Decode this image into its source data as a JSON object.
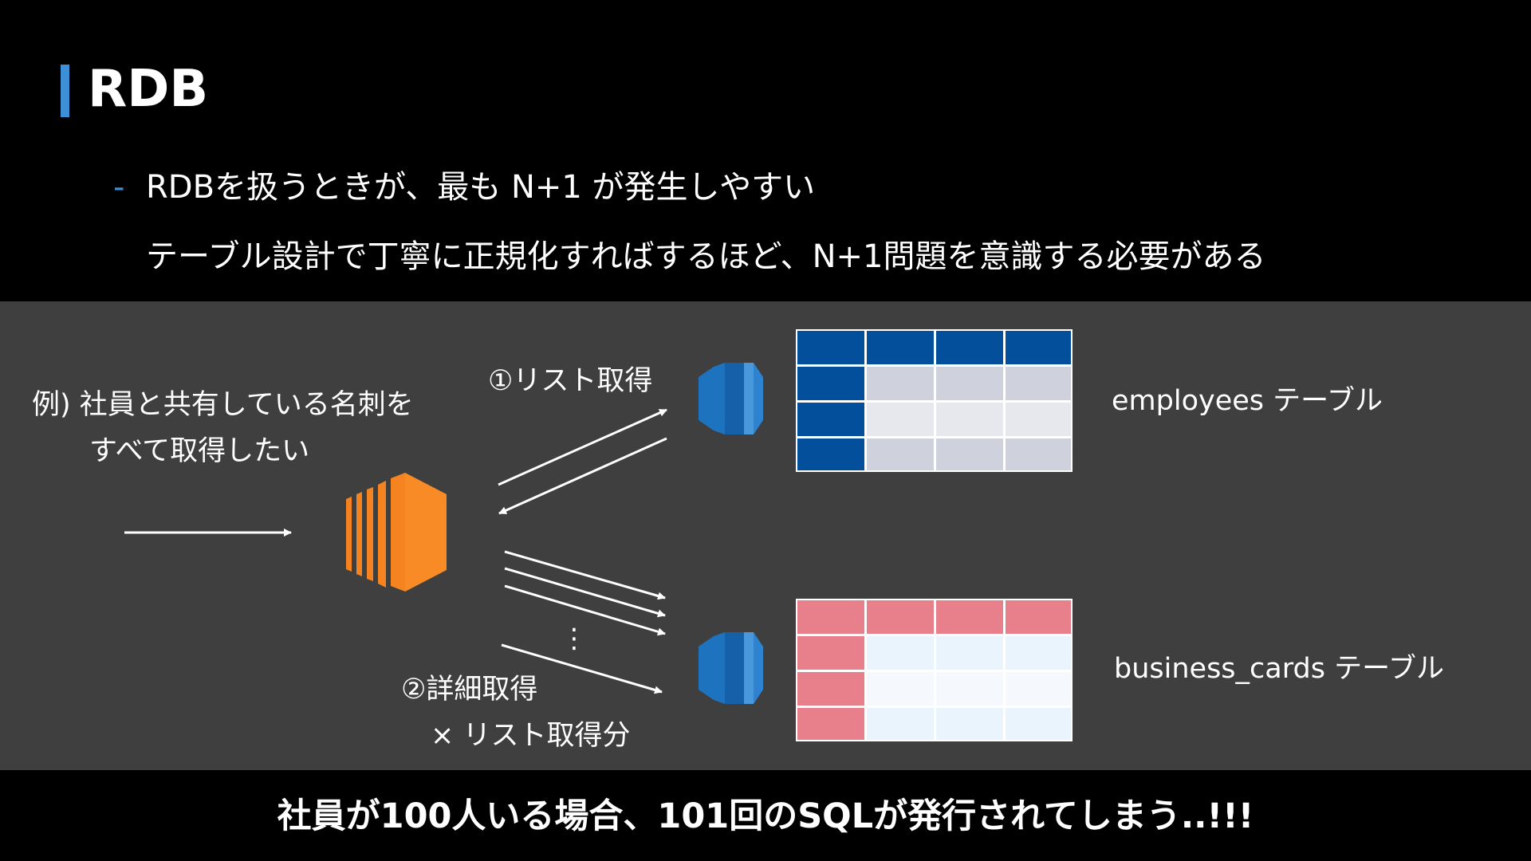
{
  "title": "RDB",
  "bullets": {
    "dash": "-",
    "line1": "RDBを扱うときが、最も N+1 が発生しやすい",
    "line2": "テーブル設計で丁寧に正規化すればするほど、N+1問題を意識する必要がある"
  },
  "example": {
    "line1": "例)  社員と共有している名刺を",
    "line2": "すべて取得したい"
  },
  "steps": {
    "list": "①リスト取得",
    "detail": "②詳細取得",
    "times": "× リスト取得分",
    "ellipsis": "⋮"
  },
  "tables": {
    "employees": "employees テーブル",
    "business_cards": "business_cards テーブル"
  },
  "conclusion": "社員が100人いる場合、101回のSQLが発行されてしまう..!!!",
  "colors": {
    "accent": "#3d8fd8",
    "panel": "#3f3f3f",
    "server": "#f58420",
    "database": "#1e73be",
    "employees_header": "#034f9b",
    "business_cards_header": "#e8808c"
  },
  "icons": {
    "server": "server-icon",
    "database": "database-icon"
  }
}
